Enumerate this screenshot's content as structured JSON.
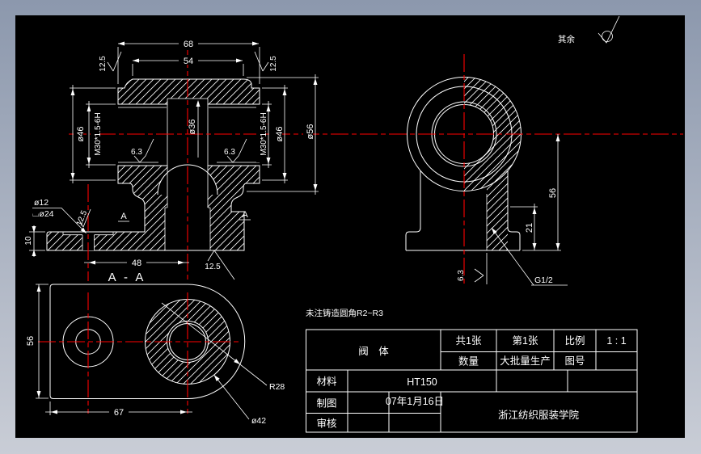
{
  "notes": {
    "general": "未注铸造圆角R2~R3",
    "rest": "其余"
  },
  "front": {
    "d68": "68",
    "d54": "54",
    "d48": "48",
    "d10": "10",
    "dia46l": "ø46",
    "m30l": "M30*1.5-6H",
    "dia36": "ø36",
    "r63l": "6.3",
    "r63r": "6.3",
    "m30r": "M30*1.5-6H",
    "dia46r": "ø46",
    "dia56": "ø56",
    "dia12": "ø12",
    "cb24": "⌴ø24",
    "r125tl": "12.5",
    "r125tr": "12.5",
    "r125mid": "12.5",
    "r125bot": "12.5",
    "aL": "A",
    "aR": "A"
  },
  "side": {
    "d56": "56",
    "d21": "21",
    "r63": "6.3",
    "g12": "G1/2"
  },
  "section": {
    "title": "A - A",
    "d56": "56",
    "d67": "67",
    "r28": "R28",
    "dia42": "ø42"
  },
  "tb": {
    "part": "阀　体",
    "sheets": "共1张",
    "sheet_no": "第1张",
    "scale_label": "比例",
    "scale_value": "1 : 1",
    "qty": "数量",
    "production": "大批量生产",
    "drawing_no": "图号",
    "material_label": "材料",
    "material": "HT150",
    "draft_label": "制图",
    "draft_date": "07年1月16日",
    "check_label": "审核",
    "org": "浙江纺织服装学院"
  },
  "colors": {
    "centerline": "#ff0000",
    "line": "#ffffff",
    "canvas": "#000000"
  }
}
